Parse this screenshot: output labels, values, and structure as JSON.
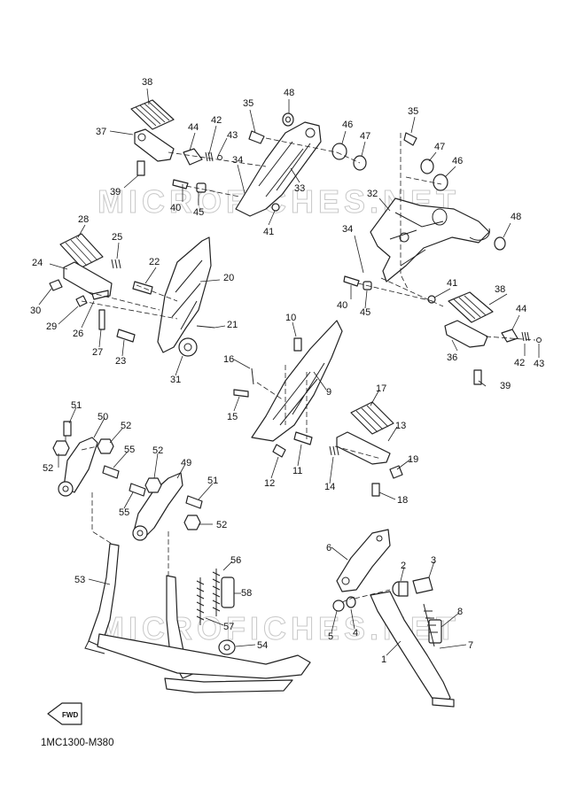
{
  "diagram_code": "1MC1300-M380",
  "fwd_label": "FWD",
  "watermark": "MICROFICHES.NET",
  "callouts": [
    {
      "id": "c38a",
      "label": "38"
    },
    {
      "id": "c37",
      "label": "37"
    },
    {
      "id": "c39a",
      "label": "39"
    },
    {
      "id": "c44a",
      "label": "44"
    },
    {
      "id": "c42a",
      "label": "42"
    },
    {
      "id": "c43a",
      "label": "43"
    },
    {
      "id": "c40a",
      "label": "40"
    },
    {
      "id": "c45a",
      "label": "45"
    },
    {
      "id": "c34a",
      "label": "34"
    },
    {
      "id": "c35a",
      "label": "35"
    },
    {
      "id": "c48a",
      "label": "48"
    },
    {
      "id": "c33",
      "label": "33"
    },
    {
      "id": "c41a",
      "label": "41"
    },
    {
      "id": "c46a",
      "label": "46"
    },
    {
      "id": "c47a",
      "label": "47"
    },
    {
      "id": "c35b",
      "label": "35"
    },
    {
      "id": "c47b",
      "label": "47"
    },
    {
      "id": "c46b",
      "label": "46"
    },
    {
      "id": "c32",
      "label": "32"
    },
    {
      "id": "c48b",
      "label": "48"
    },
    {
      "id": "c34b",
      "label": "34"
    },
    {
      "id": "c40b",
      "label": "40"
    },
    {
      "id": "c45b",
      "label": "45"
    },
    {
      "id": "c41b",
      "label": "41"
    },
    {
      "id": "c38b",
      "label": "38"
    },
    {
      "id": "c44b",
      "label": "44"
    },
    {
      "id": "c36",
      "label": "36"
    },
    {
      "id": "c42b",
      "label": "42"
    },
    {
      "id": "c43b",
      "label": "43"
    },
    {
      "id": "c39b",
      "label": "39"
    },
    {
      "id": "c28",
      "label": "28"
    },
    {
      "id": "c25",
      "label": "25"
    },
    {
      "id": "c24",
      "label": "24"
    },
    {
      "id": "c22",
      "label": "22"
    },
    {
      "id": "c20",
      "label": "20"
    },
    {
      "id": "c30",
      "label": "30"
    },
    {
      "id": "c29",
      "label": "29"
    },
    {
      "id": "c26",
      "label": "26"
    },
    {
      "id": "c27",
      "label": "27"
    },
    {
      "id": "c23",
      "label": "23"
    },
    {
      "id": "c21",
      "label": "21"
    },
    {
      "id": "c31",
      "label": "31"
    },
    {
      "id": "c10",
      "label": "10"
    },
    {
      "id": "c16",
      "label": "16"
    },
    {
      "id": "c9",
      "label": "9"
    },
    {
      "id": "c15",
      "label": "15"
    },
    {
      "id": "c17",
      "label": "17"
    },
    {
      "id": "c13",
      "label": "13"
    },
    {
      "id": "c19",
      "label": "19"
    },
    {
      "id": "c11",
      "label": "11"
    },
    {
      "id": "c12",
      "label": "12"
    },
    {
      "id": "c14",
      "label": "14"
    },
    {
      "id": "c18",
      "label": "18"
    },
    {
      "id": "c51a",
      "label": "51"
    },
    {
      "id": "c50",
      "label": "50"
    },
    {
      "id": "c52a",
      "label": "52"
    },
    {
      "id": "c55a",
      "label": "55"
    },
    {
      "id": "c52b",
      "label": "52"
    },
    {
      "id": "c52c",
      "label": "52"
    },
    {
      "id": "c49",
      "label": "49"
    },
    {
      "id": "c51b",
      "label": "51"
    },
    {
      "id": "c55b",
      "label": "55"
    },
    {
      "id": "c52d",
      "label": "52"
    },
    {
      "id": "c53",
      "label": "53"
    },
    {
      "id": "c56",
      "label": "56"
    },
    {
      "id": "c58",
      "label": "58"
    },
    {
      "id": "c57",
      "label": "57"
    },
    {
      "id": "c54",
      "label": "54"
    },
    {
      "id": "c6",
      "label": "6"
    },
    {
      "id": "c2",
      "label": "2"
    },
    {
      "id": "c3",
      "label": "3"
    },
    {
      "id": "c8",
      "label": "8"
    },
    {
      "id": "c5",
      "label": "5"
    },
    {
      "id": "c4",
      "label": "4"
    },
    {
      "id": "c7",
      "label": "7"
    },
    {
      "id": "c1",
      "label": "1"
    }
  ]
}
